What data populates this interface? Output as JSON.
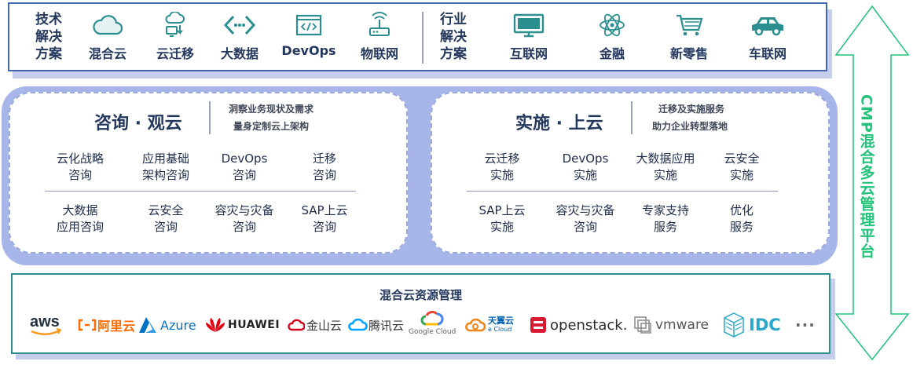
{
  "top": {
    "tech_label": "技术\n解决\n方案",
    "industry_label": "行业\n解决\n方案",
    "tech_items": [
      {
        "label": "混合云",
        "icon": "cloud-icon"
      },
      {
        "label": "云迁移",
        "icon": "cloud-migrate-icon"
      },
      {
        "label": "大数据",
        "icon": "code-arrows-icon"
      },
      {
        "label": "DevOps",
        "icon": "code-window-icon"
      },
      {
        "label": "物联网",
        "icon": "router-icon"
      }
    ],
    "industry_items": [
      {
        "label": "互联网",
        "icon": "monitor-icon"
      },
      {
        "label": "金融",
        "icon": "atom-icon"
      },
      {
        "label": "新零售",
        "icon": "cart-icon"
      },
      {
        "label": "车联网",
        "icon": "car-icon"
      }
    ]
  },
  "consulting": {
    "title": "咨询 · 观云",
    "desc1": "洞察业务现状及需求",
    "desc2": "量身定制云上架构",
    "row1": [
      "云化战略\n咨询",
      "应用基础\n架构咨询",
      "DevOps\n咨询",
      "迁移\n咨询"
    ],
    "row2": [
      "大数据\n应用咨询",
      "云安全\n咨询",
      "容灾与灾备\n咨询",
      "SAP上云\n咨询"
    ]
  },
  "implementation": {
    "title": "实施 · 上云",
    "desc1": "迁移及实施服务",
    "desc2": "助力企业转型落地",
    "row1": [
      "云迁移\n实施",
      "DevOps\n实施",
      "大数据应用\n实施",
      "云安全\n实施"
    ],
    "row2": [
      "SAP上云\n实施",
      "容灾与灾备\n咨询",
      "专家支持\n服务",
      "优化\n服务"
    ]
  },
  "bottom": {
    "title": "混合云资源管理",
    "logos": {
      "aws": "aws",
      "aliyun": "阿里云",
      "azure": "Azure",
      "huawei": "HUAWEI",
      "kingsoft": "金山云",
      "tencent": "腾讯云",
      "google": "Google Cloud",
      "tianyi_cn": "天翼云",
      "tianyi_en": "e Cloud",
      "openstack": "openstack.",
      "vmware": "vmware",
      "idc": "IDC",
      "more": "···"
    }
  },
  "side": {
    "label": "CMP混合多云管理平台"
  },
  "colors": {
    "navy": "#24385d",
    "accent_blue": "#4467b1",
    "green": "#22c37a",
    "teal": "#2b8f8f",
    "band": "#a7b5e8"
  }
}
